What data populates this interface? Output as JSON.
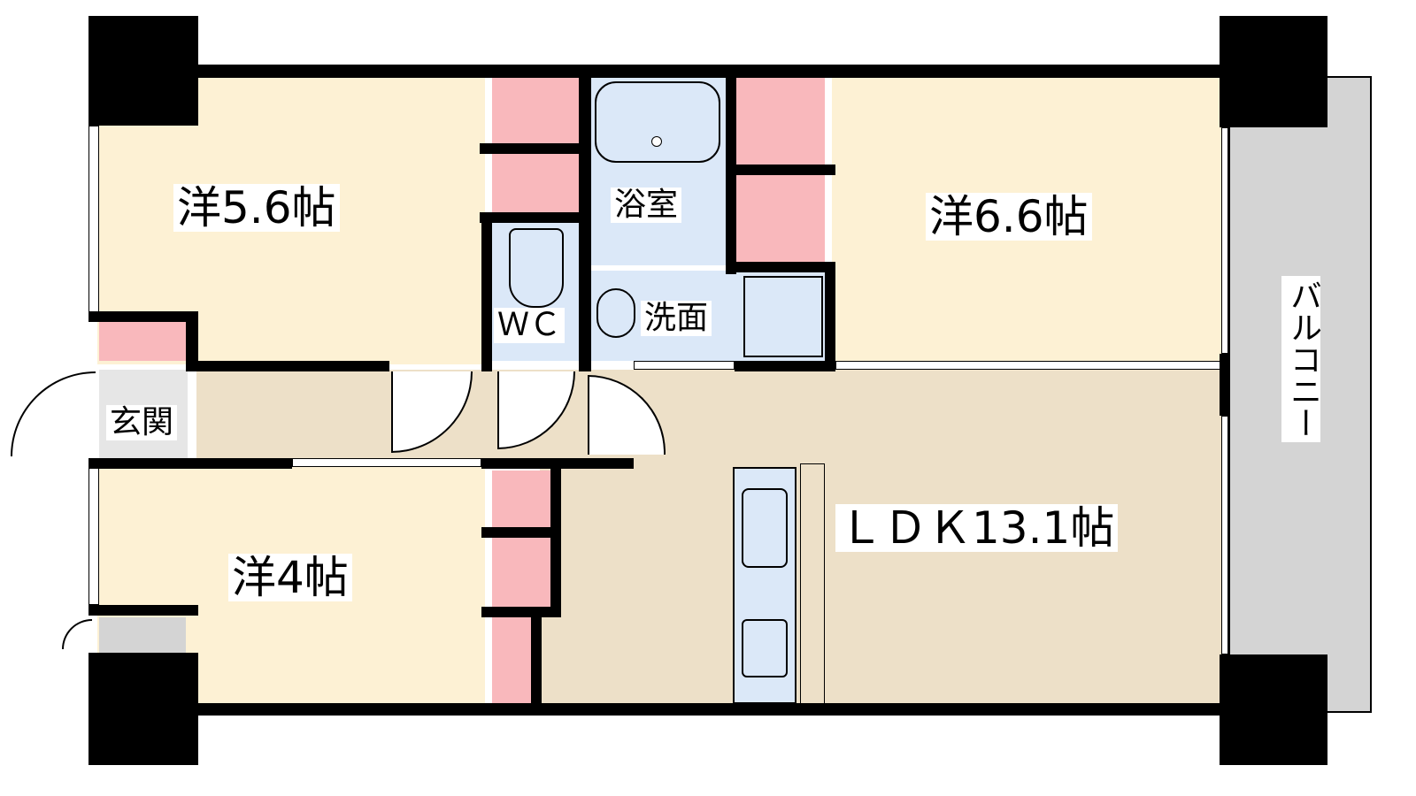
{
  "rooms": {
    "western_1": "洋5.6帖",
    "western_2": "洋6.6帖",
    "western_3": "洋4帖",
    "ldk": "ＬＤＫ13.1帖",
    "bath": "浴室",
    "wc": "ＷＣ",
    "washroom": "洗面",
    "entrance": "玄関",
    "balcony": "バルコニー"
  },
  "colors": {
    "room": "#fdf1d4",
    "floor_wood": "#ede0c8",
    "closet": "#f9b8bc",
    "wet_area": "#dbe8f8",
    "balcony": "#d4d4d4",
    "wall": "#000000"
  }
}
